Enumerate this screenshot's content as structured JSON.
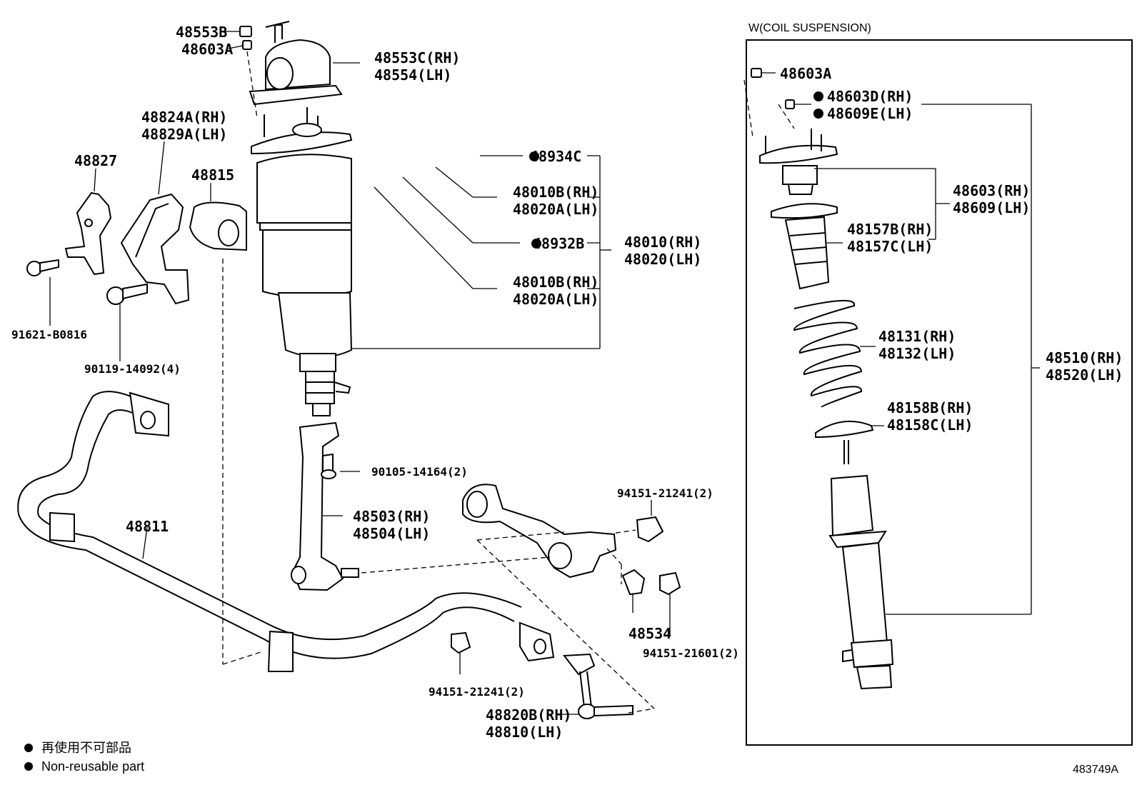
{
  "diagram_id": "483749A",
  "coil_box_title": "W(COIL SUSPENSION)",
  "legend": {
    "reuse_jp": "再使用不可部品",
    "reuse_en": "Non-reusable part"
  },
  "parts": {
    "p48553B": "48553B",
    "p48603A_top": "48603A",
    "p48553C": "48553C(RH)",
    "p48554": "48554(LH)",
    "p48824A": "48824A(RH)",
    "p48829A": "48829A(LH)",
    "p48827": "48827",
    "p48815": "48815",
    "p91621": "91621-B0816",
    "p90119": "90119-14092(4)",
    "p48934C": "48934C",
    "p48010B_a": "48010B(RH)",
    "p48020A_a": "48020A(LH)",
    "p48932B": "48932B",
    "p48010": "48010(RH)",
    "p48020": "48020(LH)",
    "p48010B_b": "48010B(RH)",
    "p48020A_b": "48020A(LH)",
    "p90105": "90105-14164(2)",
    "p48503": "48503(RH)",
    "p48504": "48504(LH)",
    "p48811": "48811",
    "p94151_a": "94151-21241(2)",
    "p48534": "48534",
    "p94151_21601": "94151-21601(2)",
    "p94151_b": "94151-21241(2)",
    "p48820B": "48820B(RH)",
    "p48810": "48810(LH)",
    "c48603A": "48603A",
    "c48603D": "48603D(RH)",
    "c48609E": "48609E(LH)",
    "c48603": "48603(RH)",
    "c48609": "48609(LH)",
    "c48157B": "48157B(RH)",
    "c48157C": "48157C(LH)",
    "c48131": "48131(RH)",
    "c48132": "48132(LH)",
    "c48510": "48510(RH)",
    "c48520": "48520(LH)",
    "c48158B": "48158B(RH)",
    "c48158C": "48158C(LH)"
  }
}
